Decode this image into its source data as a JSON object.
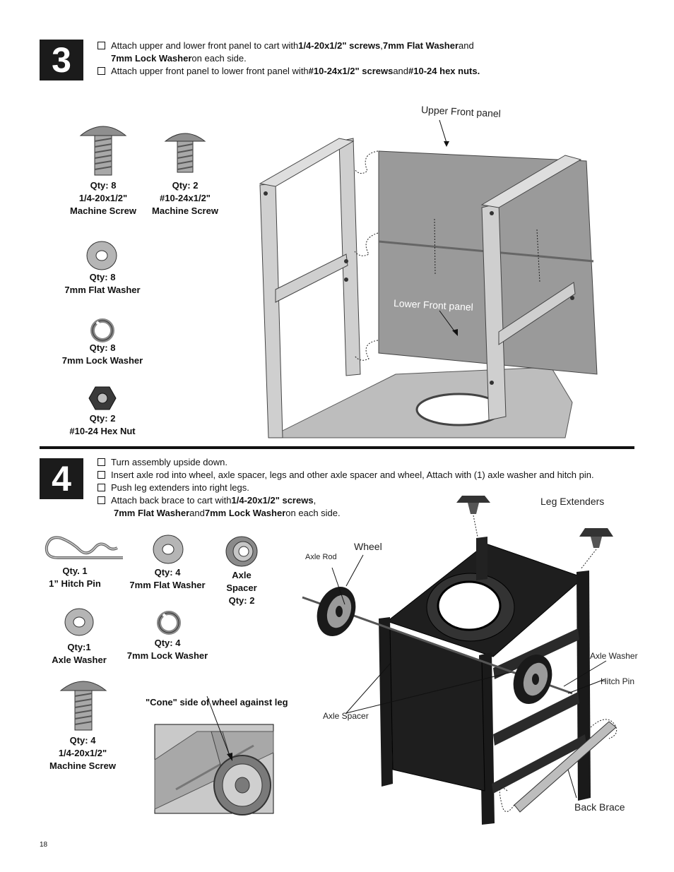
{
  "step3": {
    "number": "3",
    "instructions": [
      {
        "pre": "Attach upper and lower front panel to cart with ",
        "b1": "1/4-20x1/2\" screws",
        "mid": ", ",
        "b2": "7mm Flat Washer",
        "post": " and"
      },
      {
        "b1": "7mm Lock Washer",
        "post": " on each side."
      },
      {
        "pre": "Attach upper front panel to lower front panel with ",
        "b1": "#10-24x1/2\" screws",
        "mid": " and ",
        "b2": "#10-24 hex nuts."
      }
    ],
    "parts": [
      {
        "qty": "Qty: 8",
        "size": "1/4-20x1/2\"",
        "name": "Machine Screw"
      },
      {
        "qty": "Qty: 2",
        "size": "#10-24x1/2\"",
        "name": "Machine Screw"
      },
      {
        "qty": "Qty: 8",
        "name": "7mm Flat Washer"
      },
      {
        "qty": "Qty: 8",
        "name": "7mm Lock Washer"
      },
      {
        "qty": "Qty: 2",
        "name": "#10-24 Hex Nut"
      }
    ],
    "callouts": {
      "upper": "Upper Front panel",
      "lower": "Lower Front panel"
    }
  },
  "step4": {
    "number": "4",
    "instructions": [
      {
        "pre": "Turn assembly upside down."
      },
      {
        "pre": "Insert axle rod into wheel, axle spacer, legs and other axle spacer and wheel, Attach with (1) axle washer and hitch pin."
      },
      {
        "pre": "Push leg extenders into right legs."
      },
      {
        "pre": "Attach back brace to cart with ",
        "b1": "1/4-20x1/2\" screws",
        "post": ","
      },
      {
        "b1": "7mm Flat Washer",
        "mid": " and ",
        "b2": "7mm Lock Washer",
        "post": " on each side."
      }
    ],
    "parts": [
      {
        "qty": "Qty. 1",
        "name": "1” Hitch Pin"
      },
      {
        "qty": "Qty: 4",
        "name": "7mm Flat Washer"
      },
      {
        "name1": "Axle",
        "name2": "Spacer",
        "qty": "Qty: 2"
      },
      {
        "qty": "Qty:1",
        "name": "Axle Washer"
      },
      {
        "qty": "Qty: 4",
        "name": "7mm Lock Washer"
      },
      {
        "qty": "Qty: 4",
        "size": "1/4-20x1/2\"",
        "name": "Machine Screw"
      }
    ],
    "inset_caption": "\"Cone\" side of wheel against leg",
    "callouts": {
      "leg_extenders": "Leg Extenders",
      "wheel": "Wheel",
      "axle_rod": "Axle Rod",
      "axle_washer": "Axle Washer",
      "hitch_pin": "Hitch Pin",
      "axle_spacer": "Axle Spacer",
      "back_brace": "Back Brace"
    }
  },
  "page_number": "18",
  "colors": {
    "ink": "#111111",
    "panel": "#9a9a9a",
    "frame": "#cfcfcf",
    "dark_frame": "#1e1e1e"
  }
}
